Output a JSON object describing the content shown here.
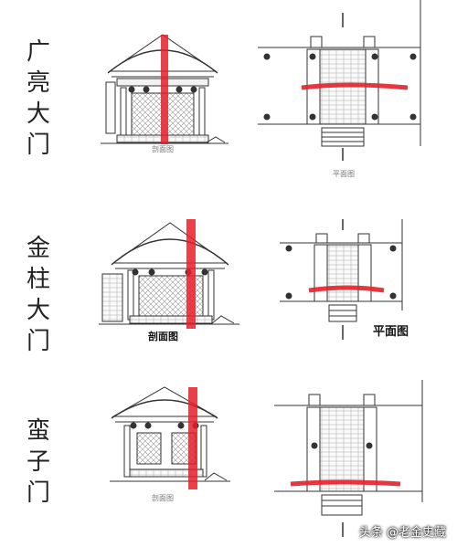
{
  "rows": [
    {
      "label": "广亮\n大门",
      "section_caption": "剖面图",
      "plan_caption": "平面图"
    },
    {
      "label": "金柱\n大门",
      "section_caption": "剖面图",
      "plan_caption": "平面图"
    },
    {
      "label": "蛮子\n门",
      "section_caption": "剖面图",
      "plan_caption": ""
    }
  ],
  "watermark": "头条 @老金史藏",
  "colors": {
    "ink": "#333333",
    "red_mark": "#e5202a",
    "paper": "#ffffff",
    "pattern": "#9a9a9a"
  }
}
